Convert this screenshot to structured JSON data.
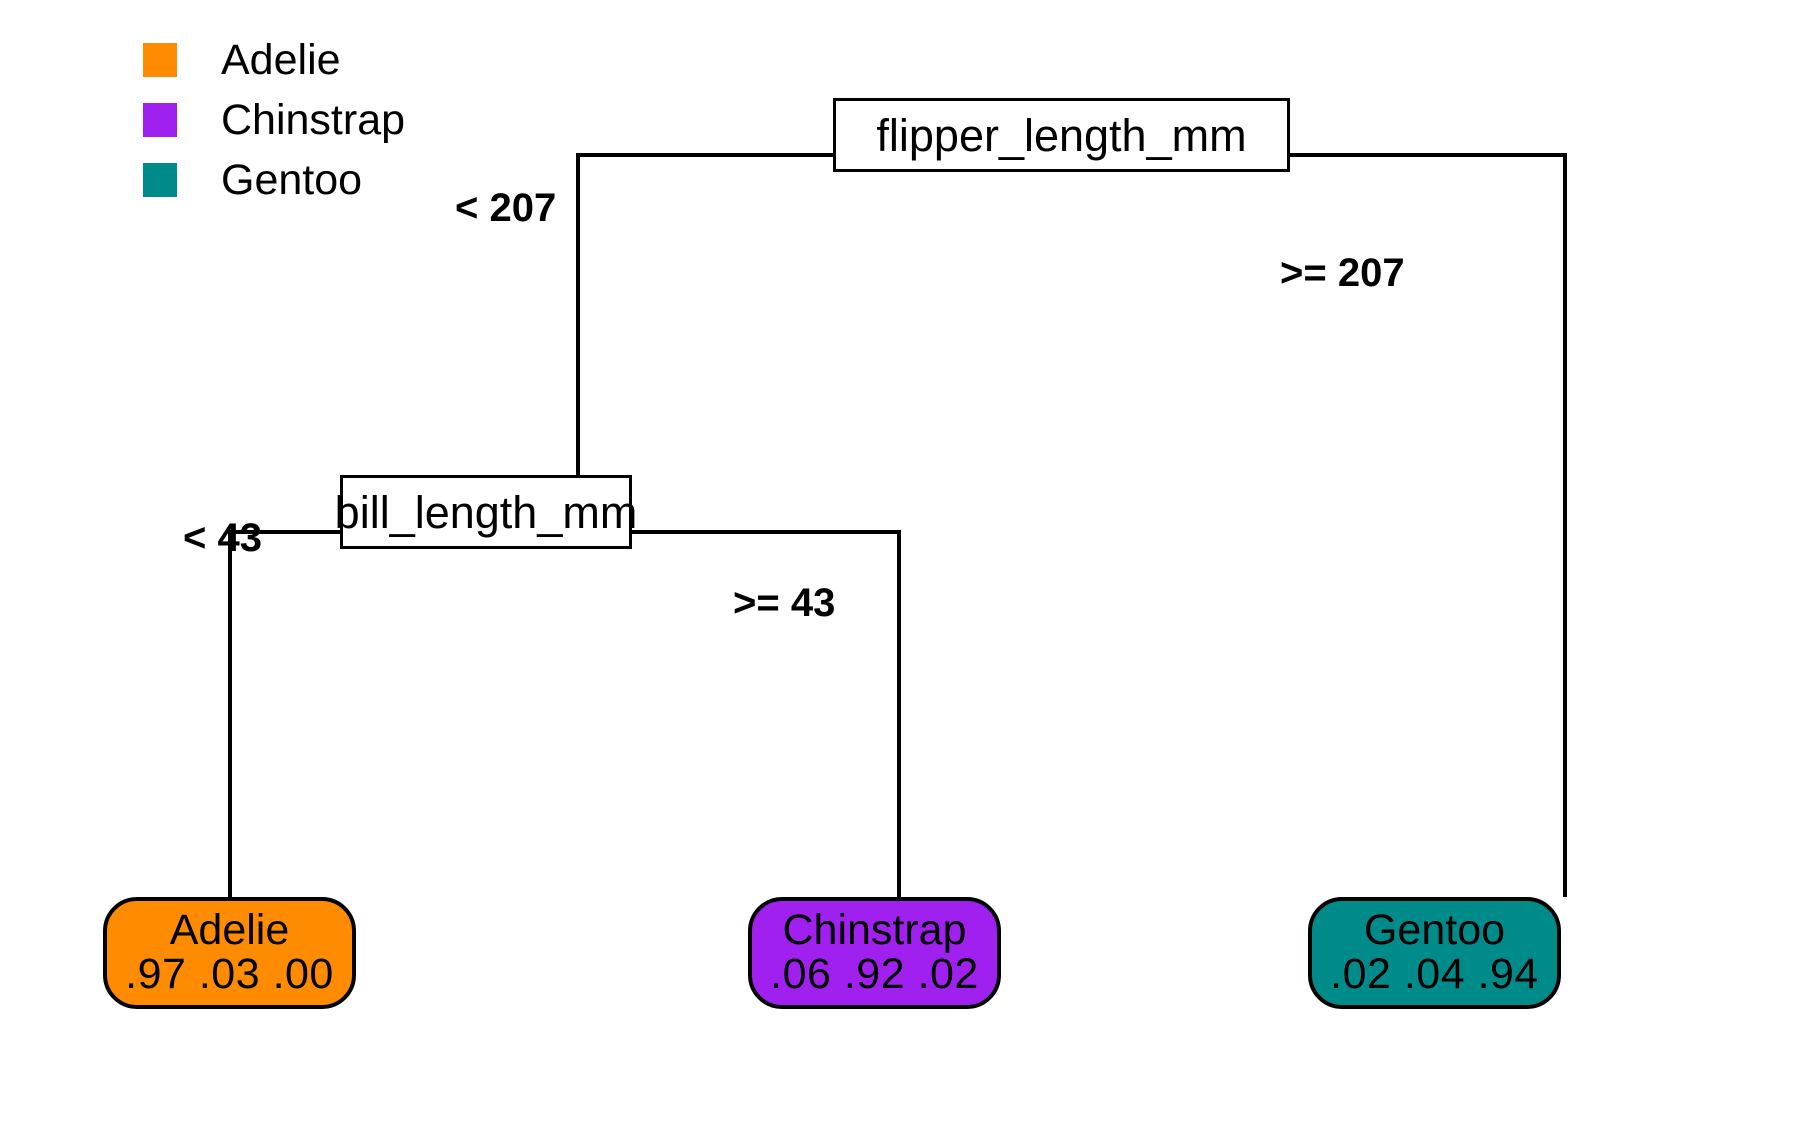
{
  "legend": {
    "items": [
      {
        "label": "Adelie",
        "color": "#FF8C00",
        "icon": "color-swatch"
      },
      {
        "label": "Chinstrap",
        "color": "#A020F0",
        "icon": "color-swatch"
      },
      {
        "label": "Gentoo",
        "color": "#008B8B",
        "icon": "color-swatch"
      }
    ]
  },
  "tree": {
    "root": {
      "label": "flipper_length_mm"
    },
    "bill": {
      "label": "bill_length_mm"
    },
    "edges": {
      "root_left": "< 207",
      "root_right": ">= 207",
      "bill_left": "< 43",
      "bill_right": ">= 43"
    },
    "leaves": [
      {
        "name": "Adelie",
        "probs": ".97  .03  .00",
        "color": "#FF8C00"
      },
      {
        "name": "Chinstrap",
        "probs": ".06  .92  .02",
        "color": "#A020F0"
      },
      {
        "name": "Gentoo",
        "probs": ".02  .04  .94",
        "color": "#008B8B"
      }
    ]
  },
  "chart_data": {
    "type": "tree",
    "title": "",
    "classes": [
      "Adelie",
      "Chinstrap",
      "Gentoo"
    ],
    "class_colors": [
      "#FF8C00",
      "#A020F0",
      "#008B8B"
    ],
    "nodes": [
      {
        "id": "n1",
        "kind": "split",
        "feature": "flipper_length_mm",
        "threshold": 207,
        "left_label": "< 207",
        "right_label": ">= 207",
        "left": "n2",
        "right": "n5"
      },
      {
        "id": "n2",
        "kind": "split",
        "feature": "bill_length_mm",
        "threshold": 43,
        "left_label": "< 43",
        "right_label": ">= 43",
        "left": "n3",
        "right": "n4"
      },
      {
        "id": "n3",
        "kind": "leaf",
        "prediction": "Adelie",
        "probabilities": [
          0.97,
          0.03,
          0.0
        ],
        "labels": [
          ".97",
          ".03",
          ".00"
        ]
      },
      {
        "id": "n4",
        "kind": "leaf",
        "prediction": "Chinstrap",
        "probabilities": [
          0.06,
          0.92,
          0.02
        ],
        "labels": [
          ".06",
          ".92",
          ".02"
        ]
      },
      {
        "id": "n5",
        "kind": "leaf",
        "prediction": "Gentoo",
        "probabilities": [
          0.02,
          0.04,
          0.94
        ],
        "labels": [
          ".02",
          ".04",
          ".94"
        ]
      }
    ],
    "legend_position": "top-left"
  }
}
